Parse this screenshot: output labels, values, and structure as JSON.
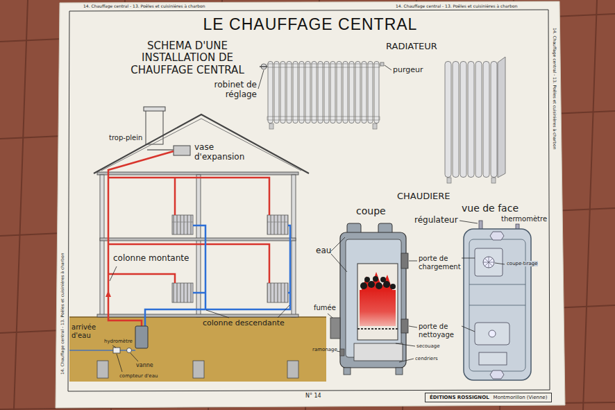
{
  "diagram": {
    "title": "LE CHAUFFAGE CENTRAL",
    "nodes": [
      {
        "text": [
          "ÉDITIONS ROSSIGNOL",
          "Montmorillon (Vienne)"
        ]
      }
    ],
    "labels": [
      "SCHEMA D'UNE INSTALLATION DE CHAUFFAGE CENTRAL",
      "RADIATEUR",
      "robinet de réglage",
      "purgeur",
      "trop-plein",
      "vase d'expansion",
      "colonne montante",
      "colonne descendante",
      "arrivée d'eau",
      "hydromètre",
      "vanne",
      "compteur d'eau",
      "CHAUDIERE",
      "coupe",
      "vue de face",
      "régulateur",
      "thermomètre",
      "eau",
      "fumée",
      "ramonage",
      "porte de chargement",
      "coupe-tirage",
      "porte de nettoyage",
      "secouage",
      "cendriers",
      "N° 14",
      "14. Chauffage central - 13. Poêles et cuisinières à charbon",
      "14. Chauffage central - 13. Poêles et cuisinières à charbon",
      "14. Chauffage central - 13. Poêles et cuisinières à charbon",
      "14. Chauffage central - 13. Poêles et cuisinières à charbon"
    ]
  }
}
